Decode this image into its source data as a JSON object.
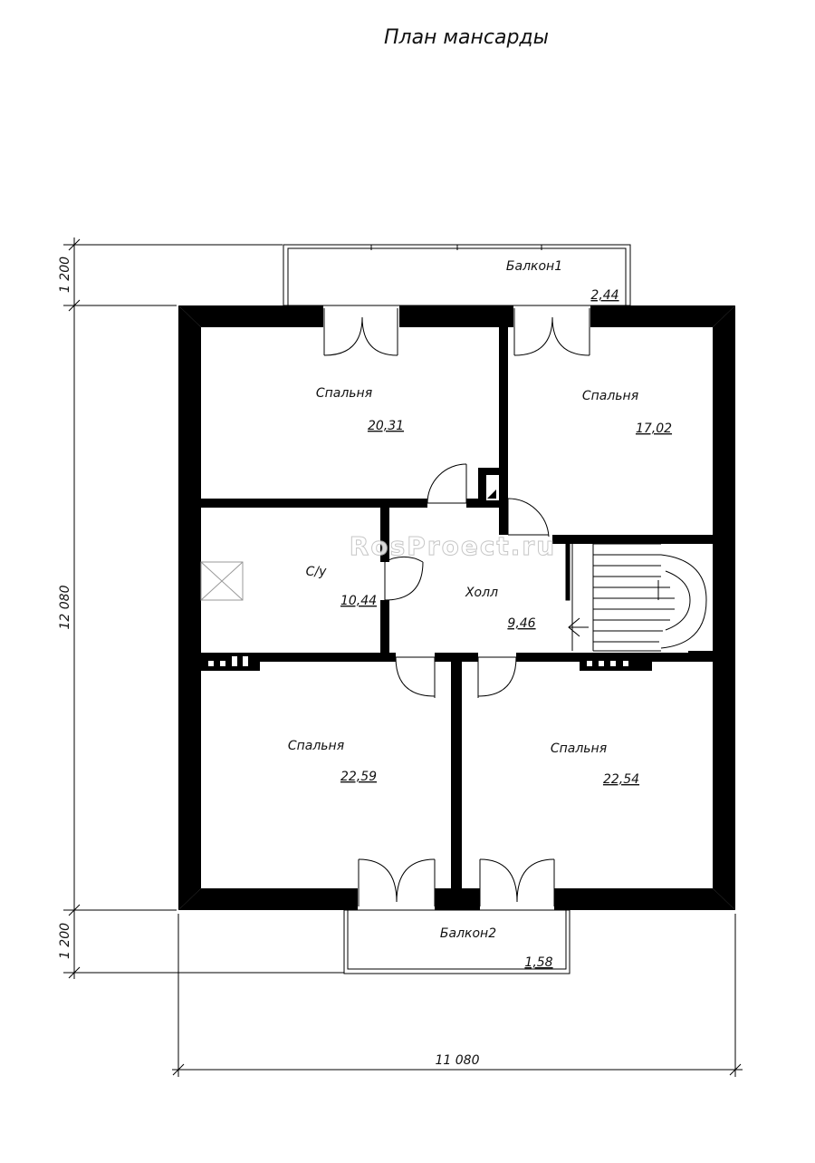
{
  "title": "План мансарды",
  "watermark": "RosProect.ru",
  "rooms": [
    {
      "name": "Балкон1",
      "area": "2,44"
    },
    {
      "name": "Спальня",
      "area": "20,31"
    },
    {
      "name": "Спальня",
      "area": "17,02"
    },
    {
      "name": "С/у",
      "area": "10,44"
    },
    {
      "name": "Холл",
      "area": "9,46"
    },
    {
      "name": "Спальня",
      "area": "22,59"
    },
    {
      "name": "Спальня",
      "area": "22,54"
    },
    {
      "name": "Балкон2",
      "area": "1,58"
    }
  ],
  "dimensions": {
    "top_balcony": "1 200",
    "height": "12 080",
    "bottom_balcony": "1 200",
    "width": "11 080"
  },
  "colors": {
    "walls": "#000000",
    "lines": "#000000",
    "background": "#ffffff"
  }
}
